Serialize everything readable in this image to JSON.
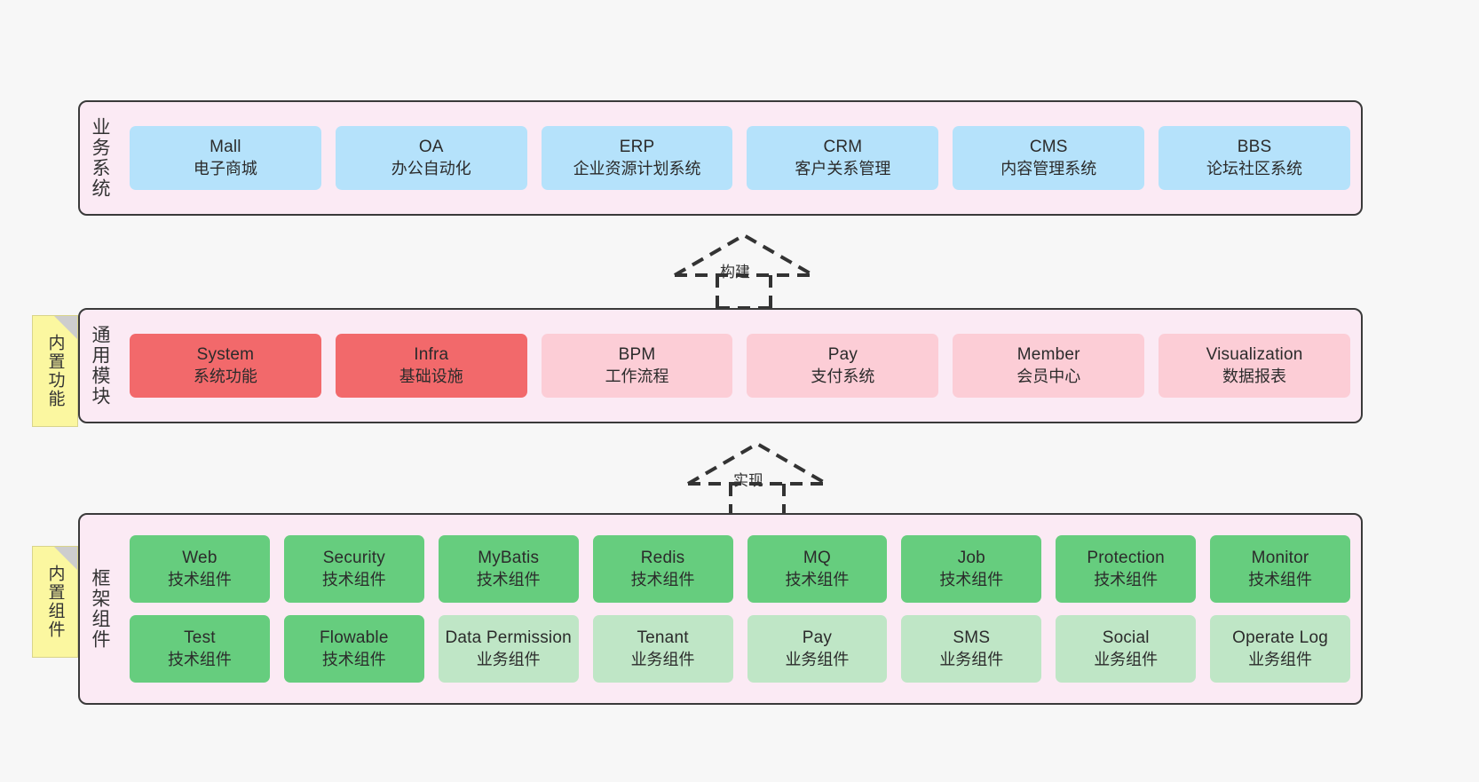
{
  "diagram": {
    "background": "#f7f7f7",
    "layer_fill": "#fbeaf4",
    "layer_stroke": "#3a3a3a",
    "note_fill": "#fbf7a0",
    "colors": {
      "business": "#b5e2fb",
      "module_strong": "#f2696b",
      "module_light": "#fccdd6",
      "component_tech": "#66cd7e",
      "component_business": "#bfe6c6"
    }
  },
  "layers": [
    {
      "caption": "业务系统",
      "rows": [
        [
          {
            "title": "Mall",
            "subtitle": "电子商城",
            "style": "blue"
          },
          {
            "title": "OA",
            "subtitle": "办公自动化",
            "style": "blue"
          },
          {
            "title": "ERP",
            "subtitle": "企业资源计划系统",
            "style": "blue"
          },
          {
            "title": "CRM",
            "subtitle": "客户关系管理",
            "style": "blue"
          },
          {
            "title": "CMS",
            "subtitle": "内容管理系统",
            "style": "blue"
          },
          {
            "title": "BBS",
            "subtitle": "论坛社区系统",
            "style": "blue"
          }
        ]
      ]
    },
    {
      "caption": "通用模块",
      "note": "内置功能",
      "rows": [
        [
          {
            "title": "System",
            "subtitle": "系统功能",
            "style": "red"
          },
          {
            "title": "Infra",
            "subtitle": "基础设施",
            "style": "red"
          },
          {
            "title": "BPM",
            "subtitle": "工作流程",
            "style": "pink"
          },
          {
            "title": "Pay",
            "subtitle": "支付系统",
            "style": "pink"
          },
          {
            "title": "Member",
            "subtitle": "会员中心",
            "style": "pink"
          },
          {
            "title": "Visualization",
            "subtitle": "数据报表",
            "style": "pink"
          }
        ]
      ]
    },
    {
      "caption": "框架组件",
      "note": "内置组件",
      "rows": [
        [
          {
            "title": "Web",
            "subtitle": "技术组件",
            "style": "green"
          },
          {
            "title": "Security",
            "subtitle": "技术组件",
            "style": "green"
          },
          {
            "title": "MyBatis",
            "subtitle": "技术组件",
            "style": "green"
          },
          {
            "title": "Redis",
            "subtitle": "技术组件",
            "style": "green"
          },
          {
            "title": "MQ",
            "subtitle": "技术组件",
            "style": "green"
          },
          {
            "title": "Job",
            "subtitle": "技术组件",
            "style": "green"
          },
          {
            "title": "Protection",
            "subtitle": "技术组件",
            "style": "green"
          },
          {
            "title": "Monitor",
            "subtitle": "技术组件",
            "style": "green"
          }
        ],
        [
          {
            "title": "Test",
            "subtitle": "技术组件",
            "style": "green"
          },
          {
            "title": "Flowable",
            "subtitle": "技术组件",
            "style": "green"
          },
          {
            "title": "Data Permission",
            "subtitle": "业务组件",
            "style": "lgreen"
          },
          {
            "title": "Tenant",
            "subtitle": "业务组件",
            "style": "lgreen"
          },
          {
            "title": "Pay",
            "subtitle": "业务组件",
            "style": "lgreen"
          },
          {
            "title": "SMS",
            "subtitle": "业务组件",
            "style": "lgreen"
          },
          {
            "title": "Social",
            "subtitle": "业务组件",
            "style": "lgreen"
          },
          {
            "title": "Operate Log",
            "subtitle": "业务组件",
            "style": "lgreen"
          }
        ]
      ]
    }
  ],
  "connectors": [
    {
      "label": "构建"
    },
    {
      "label": "实现"
    }
  ]
}
